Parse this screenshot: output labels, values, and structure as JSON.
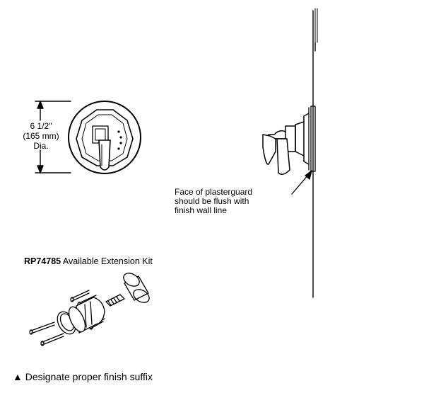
{
  "dimension": {
    "line1": "6 1/2\"",
    "line2": "(165 mm)",
    "line3": "Dia."
  },
  "plasterguard_note": {
    "line1": "Face of plasterguard",
    "line2": "should be flush with",
    "line3": "finish wall line"
  },
  "extension_kit": {
    "part_number": "RP74785",
    "label": "Available Extension Kit"
  },
  "footer": {
    "symbol": "▲",
    "text": "Designate proper finish suffix"
  }
}
